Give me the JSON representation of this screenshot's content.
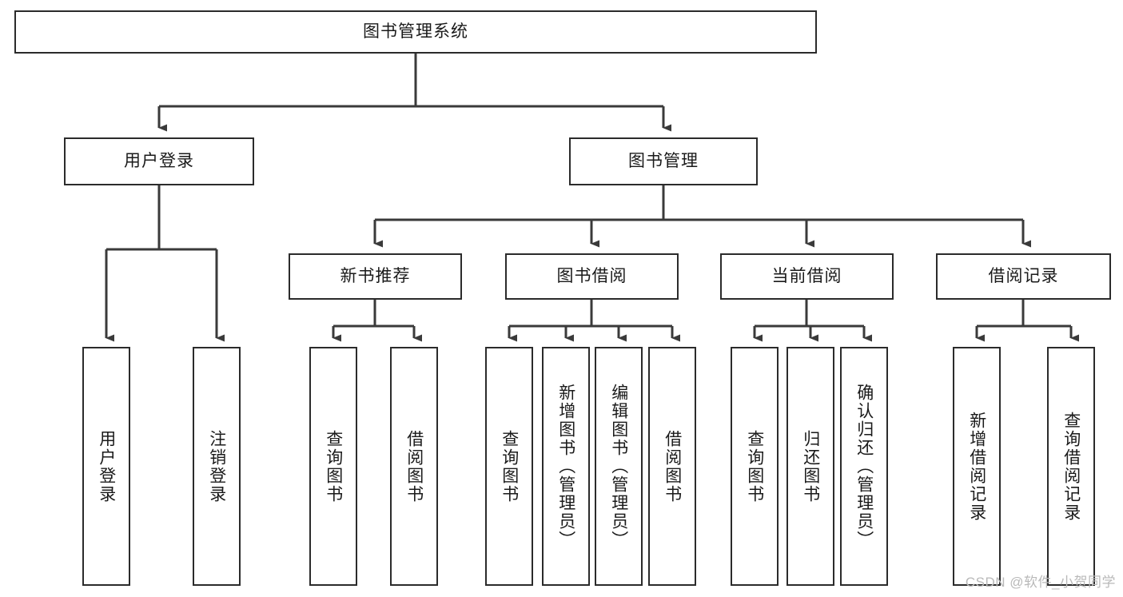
{
  "diagram": {
    "title": "图书管理系统",
    "type": "tree-hierarchy-functional-structure",
    "watermark": "CSDN @软件_小贺同学",
    "colors": {
      "box_border": "#2b2b2b",
      "box_fill": "#ffffff",
      "connector": "#3a3a3a",
      "text": "#1a1a1a",
      "watermark": "#b9b9b9",
      "canvas": "#ffffff"
    },
    "root": {
      "id": "root",
      "label": "图书管理系统",
      "orientation": "horizontal"
    },
    "level2": [
      {
        "id": "user-login",
        "label": "用户登录",
        "orientation": "horizontal"
      },
      {
        "id": "book-manage",
        "label": "图书管理",
        "orientation": "horizontal"
      }
    ],
    "level3": [
      {
        "id": "new-book-recommend",
        "label": "新书推荐",
        "orientation": "horizontal",
        "parent": "book-manage"
      },
      {
        "id": "book-borrow",
        "label": "图书借阅",
        "orientation": "horizontal",
        "parent": "book-manage"
      },
      {
        "id": "current-borrow",
        "label": "当前借阅",
        "orientation": "horizontal",
        "parent": "book-manage"
      },
      {
        "id": "borrow-record",
        "label": "借阅记录",
        "orientation": "horizontal",
        "parent": "book-manage"
      }
    ],
    "leaves": [
      {
        "id": "leaf-user-login",
        "label": "用户登录",
        "parent": "user-login"
      },
      {
        "id": "leaf-logout",
        "label": "注销登录",
        "parent": "user-login"
      },
      {
        "id": "leaf-query-book-1",
        "label": "查询图书",
        "parent": "new-book-recommend"
      },
      {
        "id": "leaf-borrow-book-1",
        "label": "借阅图书",
        "parent": "new-book-recommend"
      },
      {
        "id": "leaf-query-book-2",
        "label": "查询图书",
        "parent": "book-borrow"
      },
      {
        "id": "leaf-add-book",
        "label": "新增图书（管理员）",
        "parent": "book-borrow"
      },
      {
        "id": "leaf-edit-book",
        "label": "编辑图书（管理员）",
        "parent": "book-borrow"
      },
      {
        "id": "leaf-borrow-book-2",
        "label": "借阅图书",
        "parent": "book-borrow"
      },
      {
        "id": "leaf-query-book-3",
        "label": "查询图书",
        "parent": "current-borrow"
      },
      {
        "id": "leaf-return-book",
        "label": "归还图书",
        "parent": "current-borrow"
      },
      {
        "id": "leaf-confirm-return",
        "label": "确认归还（管理员）",
        "parent": "current-borrow"
      },
      {
        "id": "leaf-add-record",
        "label": "新增借阅记录",
        "parent": "borrow-record"
      },
      {
        "id": "leaf-query-record",
        "label": "查询借阅记录",
        "parent": "borrow-record"
      }
    ]
  }
}
